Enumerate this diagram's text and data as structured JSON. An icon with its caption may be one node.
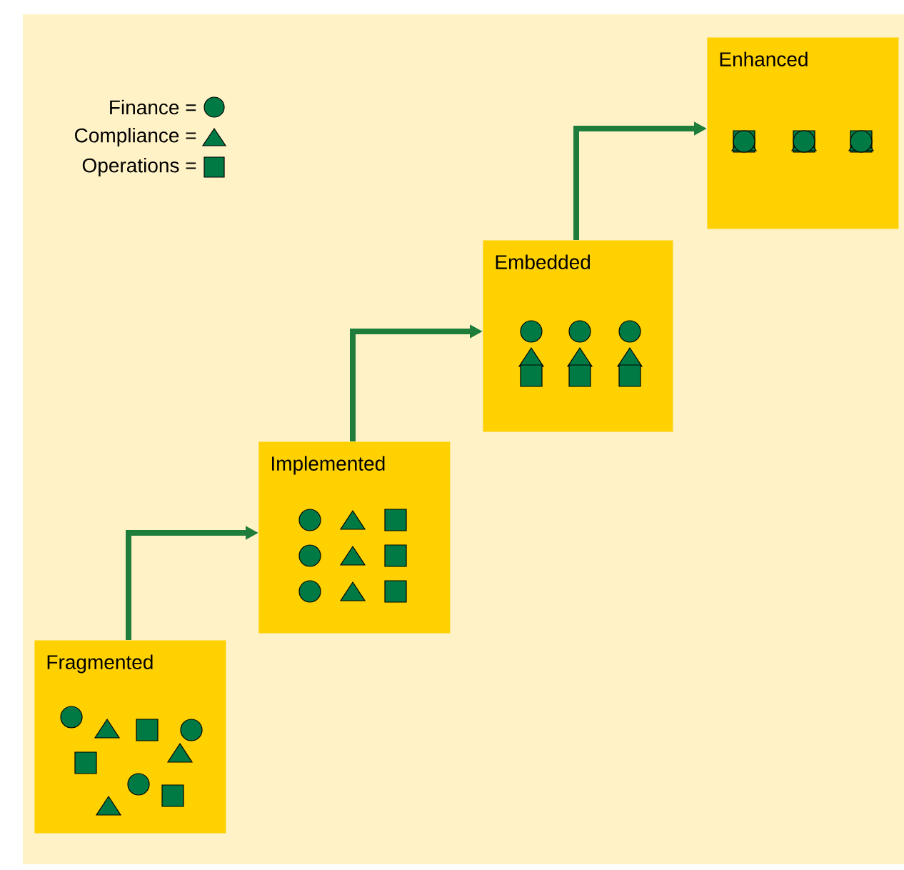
{
  "diagram": {
    "nodes": [
      {
        "text": [
          "Fragmented"
        ]
      },
      {
        "text": [
          "Implemented"
        ]
      },
      {
        "text": [
          "Embedded"
        ]
      },
      {
        "text": [
          "Enhanced"
        ]
      }
    ],
    "edges": [
      {
        "from": 0,
        "to": 1,
        "arrow": "to"
      },
      {
        "from": 1,
        "to": 2,
        "arrow": "to"
      },
      {
        "from": 2,
        "to": 3,
        "arrow": "to"
      }
    ],
    "legend": [
      {
        "text": "Finance ="
      },
      {
        "text": "Compliance ="
      },
      {
        "text": "Operations ="
      }
    ]
  }
}
